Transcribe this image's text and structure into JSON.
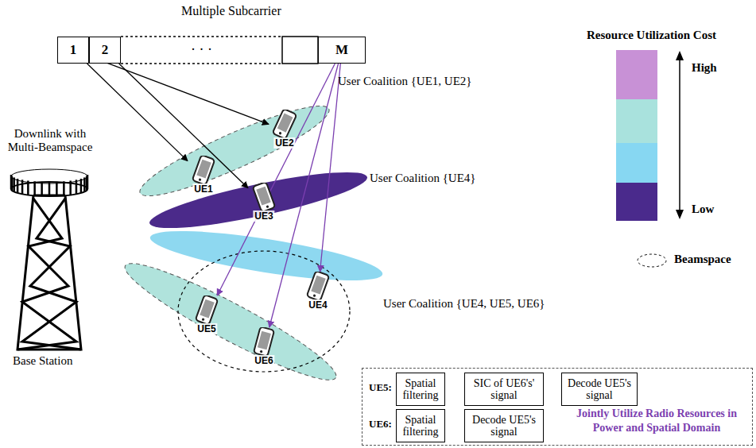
{
  "diagram": {
    "nodes": [
      {
        "text": [
          "1"
        ]
      },
      {
        "text": [
          "2"
        ]
      },
      {
        "text": [
          "M"
        ]
      },
      {
        "text": [
          "UE2"
        ]
      },
      {
        "text": [
          "UE1"
        ]
      },
      {
        "text": [
          "UE3"
        ]
      },
      {
        "text": [
          "UE4"
        ]
      },
      {
        "text": [
          "UE5"
        ]
      },
      {
        "text": [
          "UE6"
        ]
      },
      {
        "text": [
          "UE5:",
          "UE6:",
          "Jointly Utilize Radio Resources in Power and Spatial Domain"
        ]
      },
      {
        "text": [
          "Spatial filtering"
        ],
        "in": 9
      },
      {
        "text": [
          "SIC of UE6's' signal"
        ],
        "in": 9
      },
      {
        "text": [
          "Decode UE5's signal"
        ],
        "in": 9
      },
      {
        "text": [
          "Spatial filtering"
        ],
        "in": 9
      },
      {
        "text": [
          "Decode UE5's signal"
        ],
        "in": 9
      }
    ],
    "edges": [
      {
        "from": 0,
        "to": 4,
        "arrow": "to"
      },
      {
        "from": 0,
        "to": 3,
        "arrow": "to"
      },
      {
        "from": 1,
        "to": 5,
        "arrow": "to"
      },
      {
        "from": 2,
        "to": 7,
        "arrow": "to"
      },
      {
        "from": 2,
        "to": 8,
        "arrow": "to"
      },
      {
        "from": 2,
        "to": 6,
        "arrow": "to"
      },
      {
        "from": 10,
        "to": 11,
        "arrow": "to"
      },
      {
        "from": 11,
        "to": 12,
        "arrow": "to"
      },
      {
        "from": 13,
        "to": 14,
        "arrow": "to"
      }
    ],
    "labels": [
      "Multiple Subcarrier",
      "· · ·",
      "User Coalition {UE1, UE2}",
      "User Coalition {UE4}",
      "User Coalition {UE4, UE5, UE6}",
      "Downlink with Multi-Beamspace",
      "Base Station",
      "Resource Utilization Cost",
      "High",
      "Low"
    ],
    "legend": [
      {
        "text": "Beamspace"
      }
    ]
  }
}
